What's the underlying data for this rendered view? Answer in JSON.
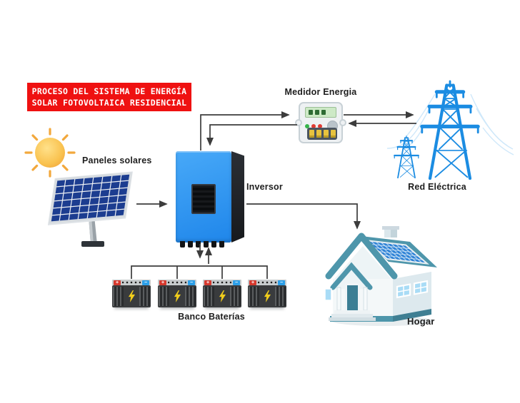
{
  "title": {
    "lines": [
      "PROCESO DEL SISTEMA DE ENERGÍA",
      "SOLAR FOTOVOLTAICA RESIDENCIAL"
    ]
  },
  "nodes": {
    "sun": {
      "icon": "sun-icon"
    },
    "solar_panel": {
      "label": "Paneles solares",
      "icon": "solar-panel-icon"
    },
    "inverter": {
      "label": "Inversor",
      "icon": "inverter-icon"
    },
    "meter": {
      "label": "Medidor Energia",
      "icon": "energy-meter-icon"
    },
    "grid": {
      "label": "Red Eléctrica",
      "icon": "transmission-tower-icon"
    },
    "home": {
      "label": "Hogar",
      "icon": "house-icon"
    },
    "battery_bank": {
      "label": "Banco Baterías",
      "icon": "battery-icon",
      "battery_count": 4,
      "terminal_plus": "+",
      "terminal_minus": "−"
    }
  },
  "connections": [
    {
      "from": "solar_panel",
      "to": "inverter"
    },
    {
      "from": "inverter",
      "to": "meter"
    },
    {
      "from": "meter",
      "to": "inverter"
    },
    {
      "from": "meter",
      "to": "grid"
    },
    {
      "from": "grid",
      "to": "meter"
    },
    {
      "from": "inverter",
      "to": "home"
    },
    {
      "from": "inverter",
      "to": "battery_bank"
    },
    {
      "from": "battery_bank",
      "to": "inverter"
    }
  ],
  "colors": {
    "title_bg": "#EF1111",
    "title_fg": "#FFFFFF",
    "arrow": "#3C3C3C",
    "inverter_blue": "#2E9BF2",
    "tower_blue": "#1B8CE2",
    "panel_cell_blue": "#1C3D90",
    "battery_bolt_yellow": "#F2CE1B",
    "roof_teal": "#4E96AB",
    "sun_orange": "#F2A93E"
  }
}
